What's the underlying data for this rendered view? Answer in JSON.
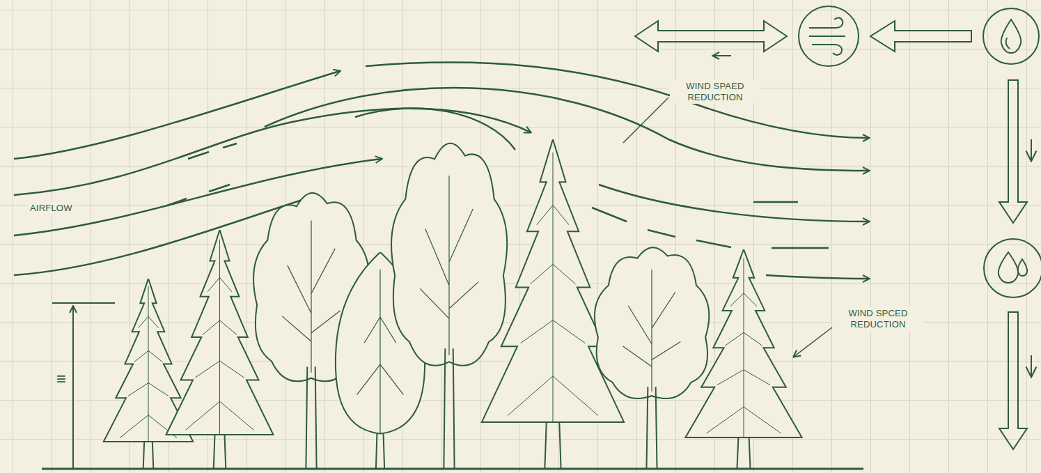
{
  "diagram": {
    "labels": [
      "AIRFLOW",
      "WIND SPAED REDUCTION",
      "WIND SPCED REDUCTION",
      "≡"
    ]
  }
}
